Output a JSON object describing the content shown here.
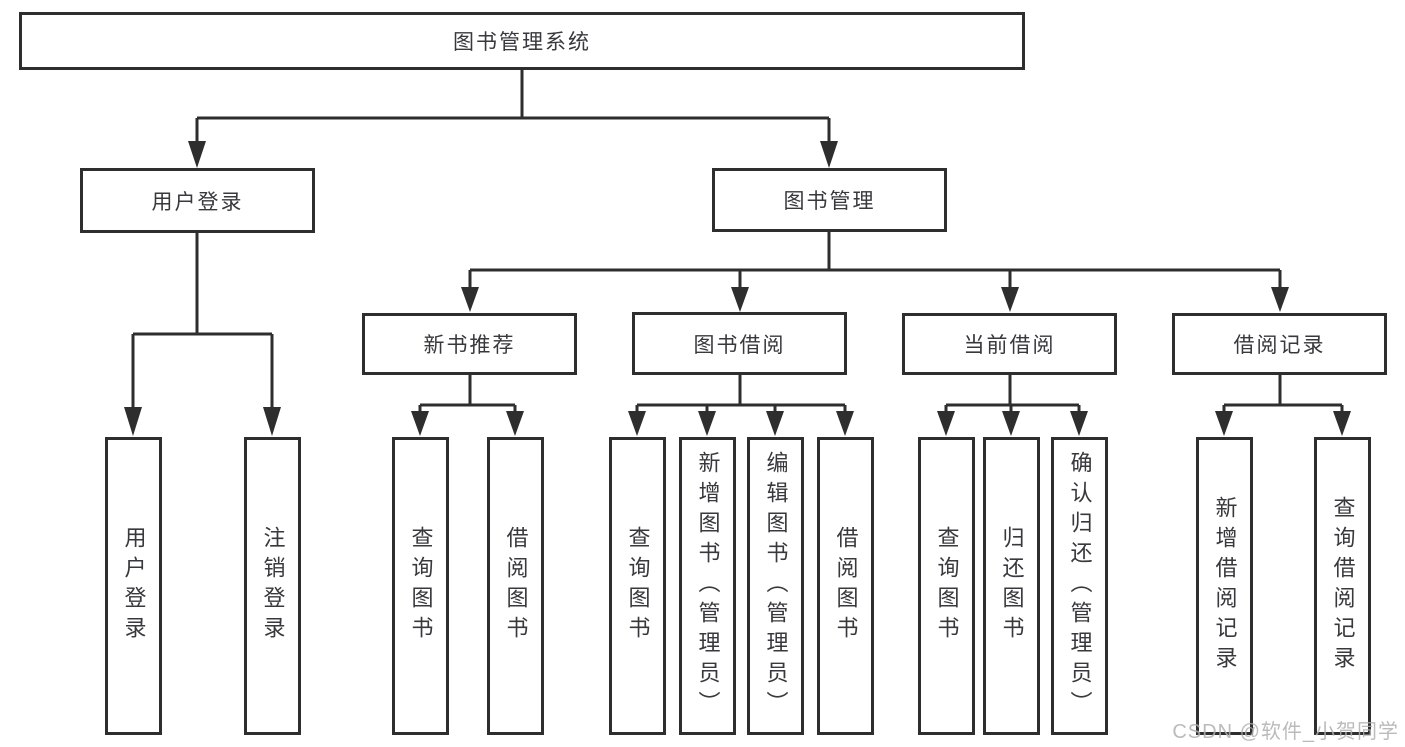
{
  "tree": {
    "root": {
      "label": "图书管理系统",
      "children": [
        {
          "label": "用户登录",
          "children": [
            {
              "label": "用户登录"
            },
            {
              "label": "注销登录"
            }
          ]
        },
        {
          "label": "图书管理",
          "children": [
            {
              "label": "新书推荐",
              "children": [
                {
                  "label": "查询图书"
                },
                {
                  "label": "借阅图书"
                }
              ]
            },
            {
              "label": "图书借阅",
              "children": [
                {
                  "label": "查询图书"
                },
                {
                  "label": "新增图书（管理员）"
                },
                {
                  "label": "编辑图书（管理员）"
                },
                {
                  "label": "借阅图书"
                }
              ]
            },
            {
              "label": "当前借阅",
              "children": [
                {
                  "label": "查询图书"
                },
                {
                  "label": "归还图书"
                },
                {
                  "label": "确认归还（管理员）"
                }
              ]
            },
            {
              "label": "借阅记录",
              "children": [
                {
                  "label": "新增借阅记录"
                },
                {
                  "label": "查询借阅记录"
                }
              ]
            }
          ]
        }
      ]
    }
  },
  "watermark": {
    "text": "CSDN @软件_小贺同学"
  },
  "colors": {
    "line": "#2e2e2e",
    "node_border": "#2e2e2e",
    "text": "#38383d",
    "watermark": "#afafaf",
    "background": "#ffffff"
  }
}
